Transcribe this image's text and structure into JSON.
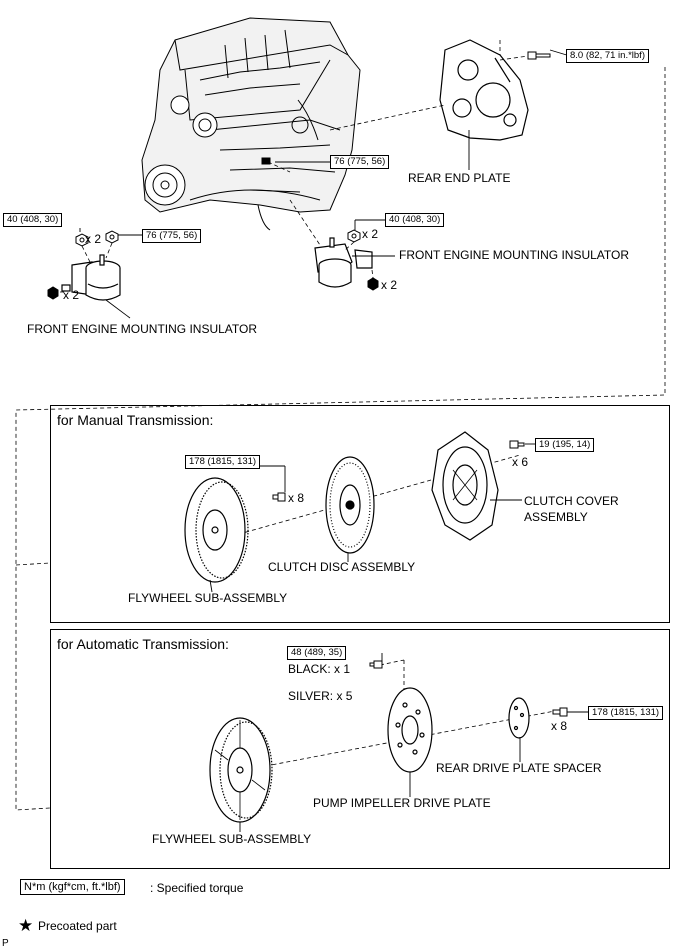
{
  "torque": {
    "rear_end_plate_bolt": "8.0 (82, 71 in.*lbf)",
    "center_nut": "76 (775, 56)",
    "left_bracket_nut": "40 (408, 30)",
    "left_insulator_nut": "76 (775, 56)",
    "right_bracket_nut": "40 (408, 30)",
    "manual_flywheel_bolt": "178 (1815, 131)",
    "clutch_cover_bolt": "19 (195, 14)",
    "auto_plate_bolt": "48 (489, 35)",
    "auto_flywheel_bolt": "178 (1815, 131)"
  },
  "labels": {
    "rear_end_plate": "REAR END PLATE",
    "front_mount_right": "FRONT ENGINE MOUNTING INSULATOR",
    "front_mount_left": "FRONT ENGINE MOUNTING INSULATOR",
    "clutch_disc": "CLUTCH DISC ASSEMBLY",
    "clutch_cover_1": "CLUTCH COVER",
    "clutch_cover_2": "ASSEMBLY",
    "flywheel_manual": "FLYWHEEL SUB-ASSEMBLY",
    "rear_drive_plate_spacer": "REAR DRIVE PLATE SPACER",
    "pump_impeller": "PUMP IMPELLER DRIVE PLATE",
    "flywheel_auto": "FLYWHEEL SUB-ASSEMBLY",
    "black": "BLACK: x 1",
    "silver": "SILVER: x 5"
  },
  "quantities": {
    "left_bracket": "x 2",
    "left_lower": "x 2",
    "right_bracket": "x 2",
    "right_lower": "x 2",
    "manual_flywheel": "x 8",
    "clutch_cover": "x 6",
    "auto_flywheel": "x 8"
  },
  "panels": {
    "manual_title": "for Manual Transmission:",
    "auto_title": "for Automatic Transmission:"
  },
  "legend": {
    "torque_unit": "N*m (kgf*cm, ft.*lbf)",
    "torque_desc": ": Specified torque",
    "star_symbol": "★",
    "precoated": "Precoated part"
  },
  "corner_mark": "P"
}
